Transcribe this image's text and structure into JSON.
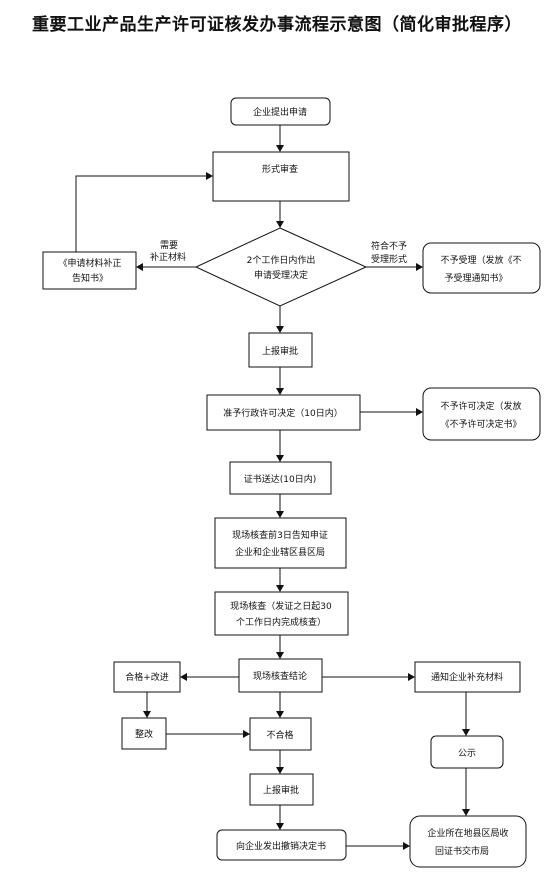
{
  "title": "重要工业产品生产许可证核发办事流程示意图（简化审批程序）",
  "nodes": {
    "apply": "企业提出申请",
    "formal_review": "形式审查",
    "decision_line1": "2个工作日内作出",
    "decision_line2": "申请受理决定",
    "supplement_notice_line1": "《申请材料补正",
    "supplement_notice_line2": "告知书》",
    "reject_accept_line1": "不予受理（发放《不",
    "reject_accept_line2": "予受理通知书》",
    "report_approval_1": "上报审批",
    "permit_decision": "准予行政许可决定（10日内）",
    "no_permit_line1": "不予许可决定（发放",
    "no_permit_line2": "《不予许可决定书》",
    "cert_delivery": "证书送达(10日内)",
    "notify_line1": "现场核查前3日告知申证",
    "notify_line2": "企业和企业辖区县区局",
    "inspection_line1": "现场核查（发证之日起30",
    "inspection_line2": "个工作日内完成核查）",
    "inspection_result": "现场核查结论",
    "pass_rectify": "合格+改进",
    "notify_supplement": "通知企业补充材料",
    "rectify": "整改",
    "fail": "不合格",
    "report_approval_2": "上报审批",
    "publicize": "公示",
    "revoke_decision": "向企业发出撤销决定书",
    "county_recover_line1": "企业所在地县区局收",
    "county_recover_line2": "回证书交市局"
  },
  "edge_labels": {
    "need_line1": "需要",
    "need_line2": "补正材料",
    "nonconform_line1": "符合不予",
    "nonconform_line2": "受理形式"
  }
}
